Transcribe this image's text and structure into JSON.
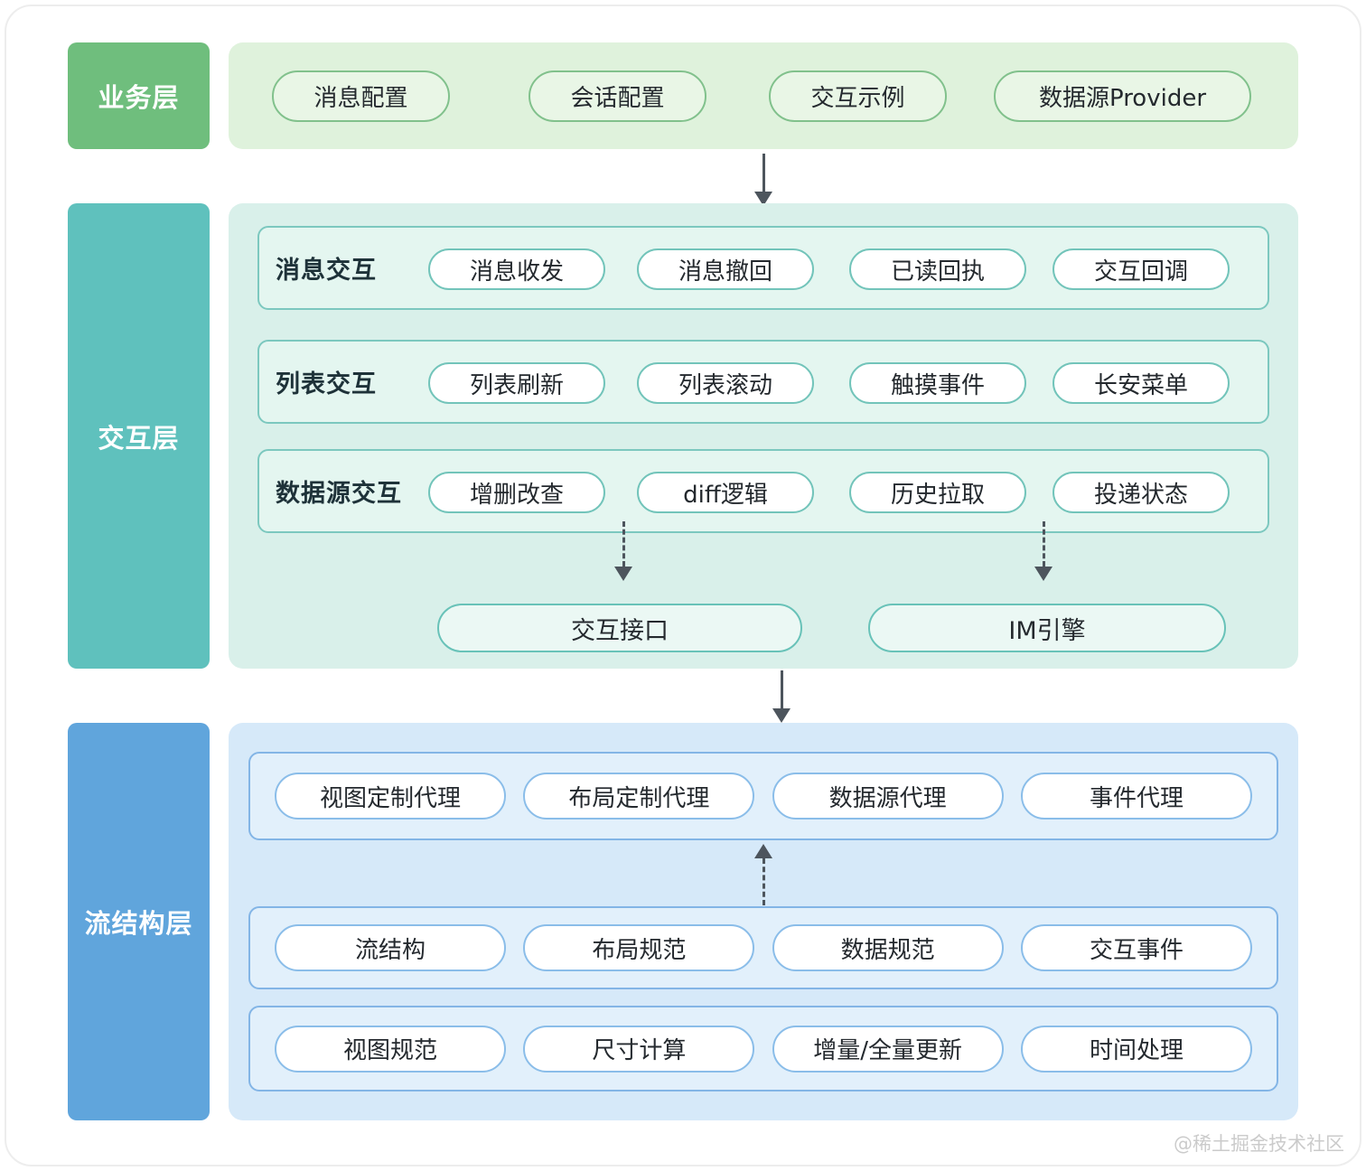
{
  "watermark": "@稀土掘金技术社区",
  "colors": {
    "business_accent": "#6fbe7d",
    "business_bg": "#dff2dc",
    "interaction_accent": "#5fc1bd",
    "interaction_bg": "#d9f0ea",
    "flow_accent": "#60a5dc",
    "flow_bg": "#d6e9f9",
    "arrow": "#4d555d"
  },
  "business_layer": {
    "label": "业务层",
    "items": [
      "消息配置",
      "会话配置",
      "交互示例",
      "数据源Provider"
    ]
  },
  "interaction_layer": {
    "label": "交互层",
    "rows": [
      {
        "label": "消息交互",
        "items": [
          "消息收发",
          "消息撤回",
          "已读回执",
          "交互回调"
        ]
      },
      {
        "label": "列表交互",
        "items": [
          "列表刷新",
          "列表滚动",
          "触摸事件",
          "长安菜单"
        ]
      },
      {
        "label": "数据源交互",
        "items": [
          "增删改查",
          "diff逻辑",
          "历史拉取",
          "投递状态"
        ]
      }
    ],
    "outputs": [
      "交互接口",
      "IM引擎"
    ]
  },
  "flow_layer": {
    "label": "流结构层",
    "rows": [
      {
        "items": [
          "视图定制代理",
          "布局定制代理",
          "数据源代理",
          "事件代理"
        ]
      },
      {
        "items": [
          "流结构",
          "布局规范",
          "数据规范",
          "交互事件"
        ]
      },
      {
        "items": [
          "视图规范",
          "尺寸计算",
          "增量/全量更新",
          "时间处理"
        ]
      }
    ]
  }
}
